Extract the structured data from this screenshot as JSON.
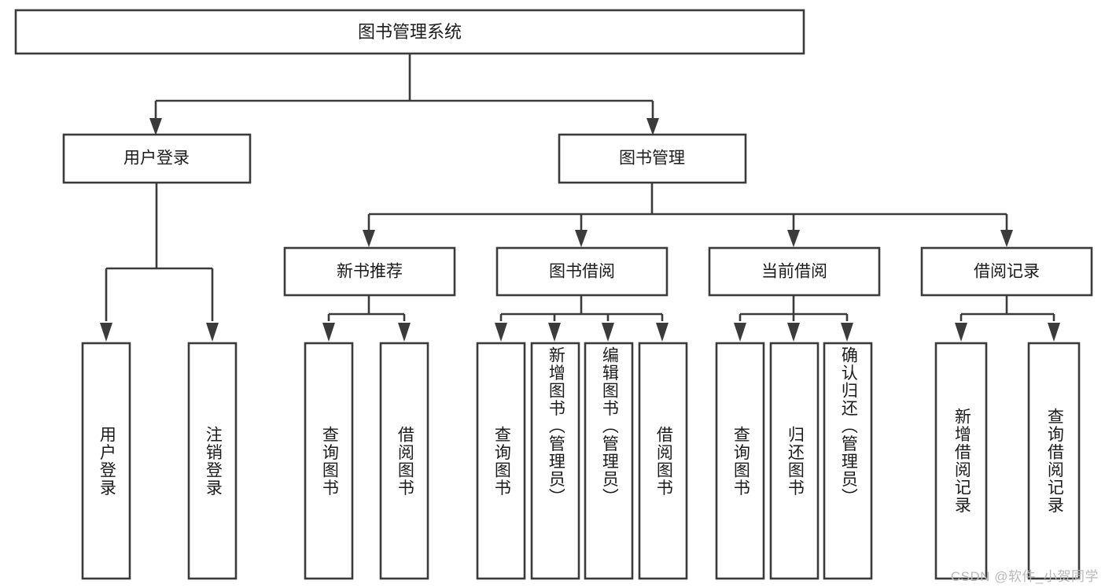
{
  "diagram": {
    "type": "tree-hierarchy-chart",
    "title": "图书管理系统",
    "orientation": "top-down",
    "colors": {
      "box_stroke": "#3b3b3b",
      "box_fill": "#ffffff",
      "connector": "#3b3b3b",
      "text": "#1b1b1b",
      "background": "#ffffff",
      "watermark": "#b9b9b9"
    },
    "root": {
      "label": "图书管理系统"
    },
    "level1": [
      {
        "label": "用户登录"
      },
      {
        "label": "图书管理"
      }
    ],
    "level2": [
      {
        "label": "新书推荐"
      },
      {
        "label": "图书借阅"
      },
      {
        "label": "当前借阅"
      },
      {
        "label": "借阅记录"
      }
    ],
    "leaves": {
      "user_login": [
        {
          "label": "用户登录"
        },
        {
          "label": "注销登录"
        }
      ],
      "new_book_recommend": [
        {
          "label": "查询图书"
        },
        {
          "label": "借阅图书"
        }
      ],
      "book_borrow": [
        {
          "label": "查询图书"
        },
        {
          "label": "新增图书（管理员）"
        },
        {
          "label": "编辑图书（管理员）"
        },
        {
          "label": "借阅图书"
        }
      ],
      "current_borrow": [
        {
          "label": "查询图书"
        },
        {
          "label": "归还图书"
        },
        {
          "label": "确认归还（管理员）"
        }
      ],
      "borrow_records": [
        {
          "label": "新增借阅记录"
        },
        {
          "label": "查询借阅记录"
        }
      ]
    }
  },
  "watermark": {
    "text": "CSDN @软件_小贺同学"
  }
}
